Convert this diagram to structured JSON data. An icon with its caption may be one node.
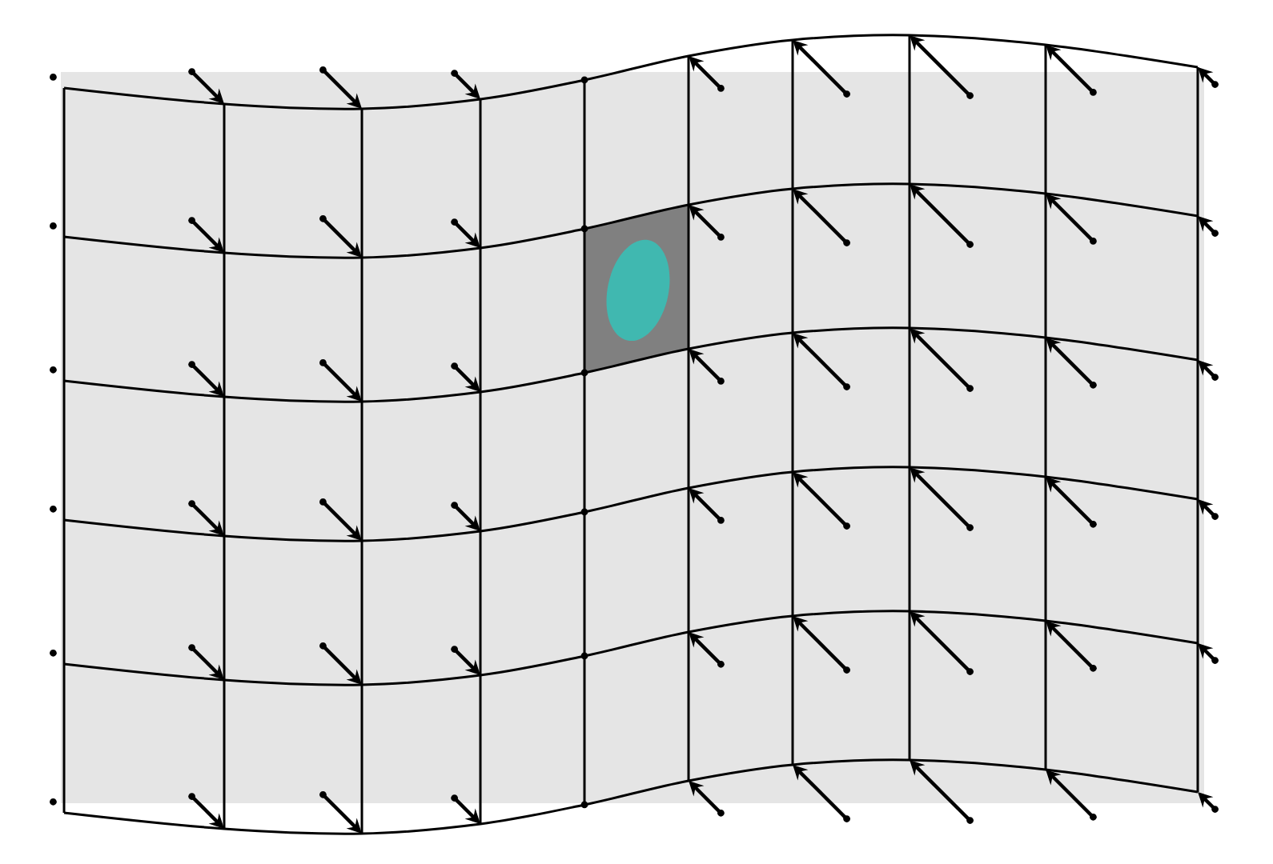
{
  "diagram": {
    "nodes": [
      {
        "text": [],
        "shape": "box"
      },
      {
        "text": [],
        "shape": "circle",
        "in": 0
      }
    ]
  }
}
